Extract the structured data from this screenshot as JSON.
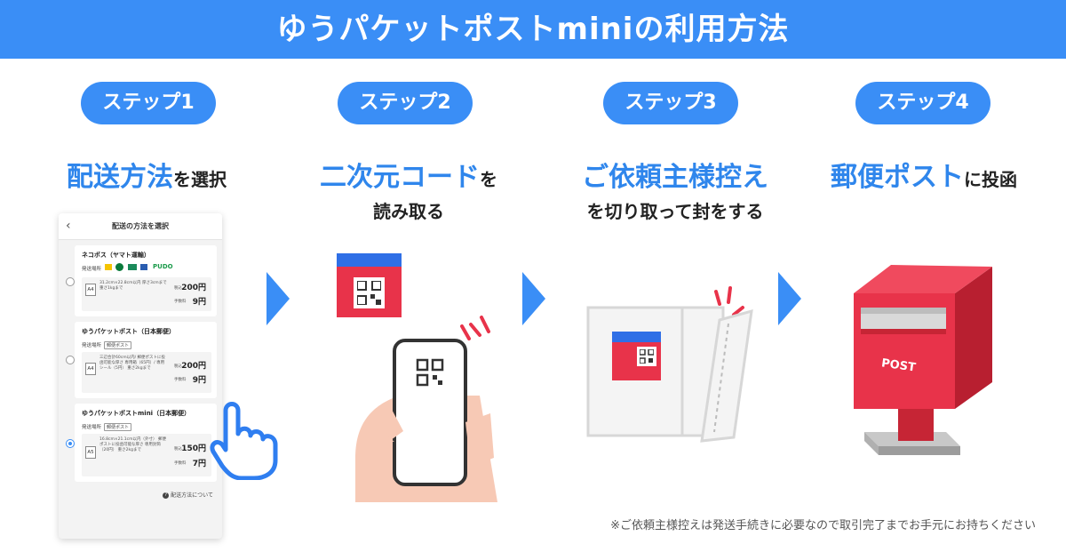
{
  "banner": {
    "title": "ゆうパケットポストminiの利用方法"
  },
  "steps": [
    {
      "label": "ステップ1",
      "heading_blue": "配送方法",
      "heading_dark": "を選択"
    },
    {
      "label": "ステップ2",
      "heading_blue": "二次元コード",
      "heading_dark": "を",
      "line2": "読み取る"
    },
    {
      "label": "ステップ3",
      "heading_blue": "ご依頼主様控え",
      "line2": "を切り取って封をする"
    },
    {
      "label": "ステップ4",
      "heading_blue": "郵便ポスト",
      "heading_dark": "に投函"
    }
  ],
  "shot": {
    "title": "配送の方法を選択",
    "back": "‹",
    "cards": [
      {
        "name": "ネコポス（ヤマト運輸）",
        "loc": "発送場所",
        "size": "A4",
        "desc": "31.2cm×22.8cm以内 厚さ3cmまで 重さ1kgまで",
        "price_label": "税込",
        "price": "200円",
        "fee_label": "手数料",
        "fee": "9円"
      },
      {
        "name": "ゆうパケットポスト（日本郵便）",
        "loc": "発送場所",
        "tag": "郵便ポスト",
        "size": "A4",
        "desc": "三辺合計60cm以内/ 郵便ポストに投函可能な厚さ 専用箱（65円）/ 専用シール（5円） 重さ2kgまで",
        "price_label": "税込",
        "price": "200円",
        "fee_label": "手数料",
        "fee": "9円"
      },
      {
        "name": "ゆうパケットポストmini（日本郵便）",
        "loc": "発送場所",
        "tag": "郵便ポスト",
        "size": "A5",
        "desc": "16.8cm×21.1cm以内（外寸） 郵便ポストに投函可能な厚さ 専用封筒（20円） 重さ2kgまで",
        "price_label": "税込",
        "price": "150円",
        "fee_label": "手数料",
        "fee": "7円"
      }
    ],
    "note": "配送方法について"
  },
  "envelope": {
    "post_label": "POST"
  },
  "footnote": "※ご依頼主様控えは発送手続きに必要なので取引完了までお手元にお持ちください",
  "colors": {
    "primary": "#3a8ef6",
    "heading_blue": "#2f86ec",
    "post_red": "#e8334a",
    "skin": "#f7c9b5"
  }
}
